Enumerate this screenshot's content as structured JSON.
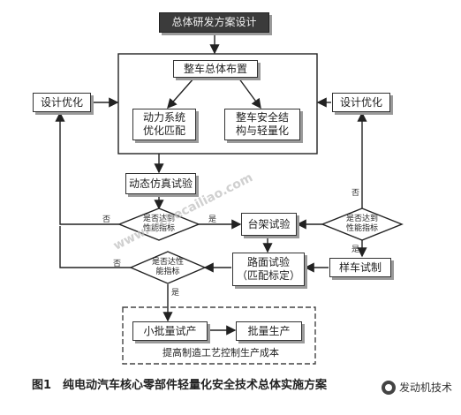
{
  "title_box": "总体研发方案设计",
  "top_box": "整车总体布置",
  "power_box": "动力系统\n优化匹配",
  "body_box": "整车安全结\n构与轻量化",
  "opt_left": "设计优化",
  "opt_right": "设计优化",
  "sim_box": "动态仿真试验",
  "rack_box": "台架试验",
  "road_box": "路面试验\n（匹配标定）",
  "sample_box": "样车试制",
  "small_box": "小批量试产",
  "mass_box": "批量生产",
  "cost_text": "提高制造工艺控制生产成本",
  "diamond_1": "是否达到\n性能指标",
  "diamond_2": "是否达性\n能指标",
  "diamond_3": "是否达到\n性能指标",
  "labels": {
    "no": "否",
    "yes": "是"
  },
  "caption": "图1　纯电动汽车核心零部件轻量化安全技术总体实施方案",
  "watermark": "www.qichecailiao.com",
  "brand": "发动机技术"
}
